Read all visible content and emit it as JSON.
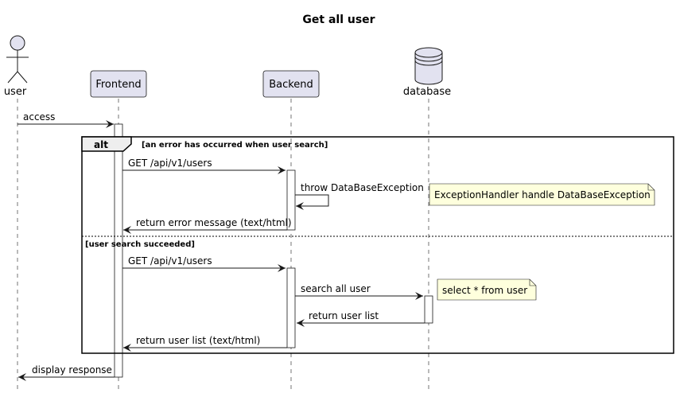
{
  "title": "Get all user",
  "participants": {
    "user": "user",
    "frontend": "Frontend",
    "backend": "Backend",
    "database": "database"
  },
  "messages": {
    "access": "access",
    "get_users_1": "GET /api/v1/users",
    "throw_exception": "throw DataBaseException",
    "return_error": "return error message (text/html)",
    "get_users_2": "GET /api/v1/users",
    "search_all_user": "search all user",
    "return_user_list": "return user list",
    "return_user_list_html": "return user list (text/html)",
    "display_response": "display response"
  },
  "notes": {
    "exception_handler": "ExceptionHandler handle DataBaseException",
    "select_query": "select * from user"
  },
  "fragment": {
    "keyword": "alt",
    "guard_1": "[an error has occurred when user search]",
    "guard_2": "[user search succeeded]"
  },
  "colors": {
    "participant_fill": "#E2E2F0",
    "participant_stroke": "#181818",
    "note_fill": "#FEFFDD",
    "lifeline": "#181818"
  }
}
